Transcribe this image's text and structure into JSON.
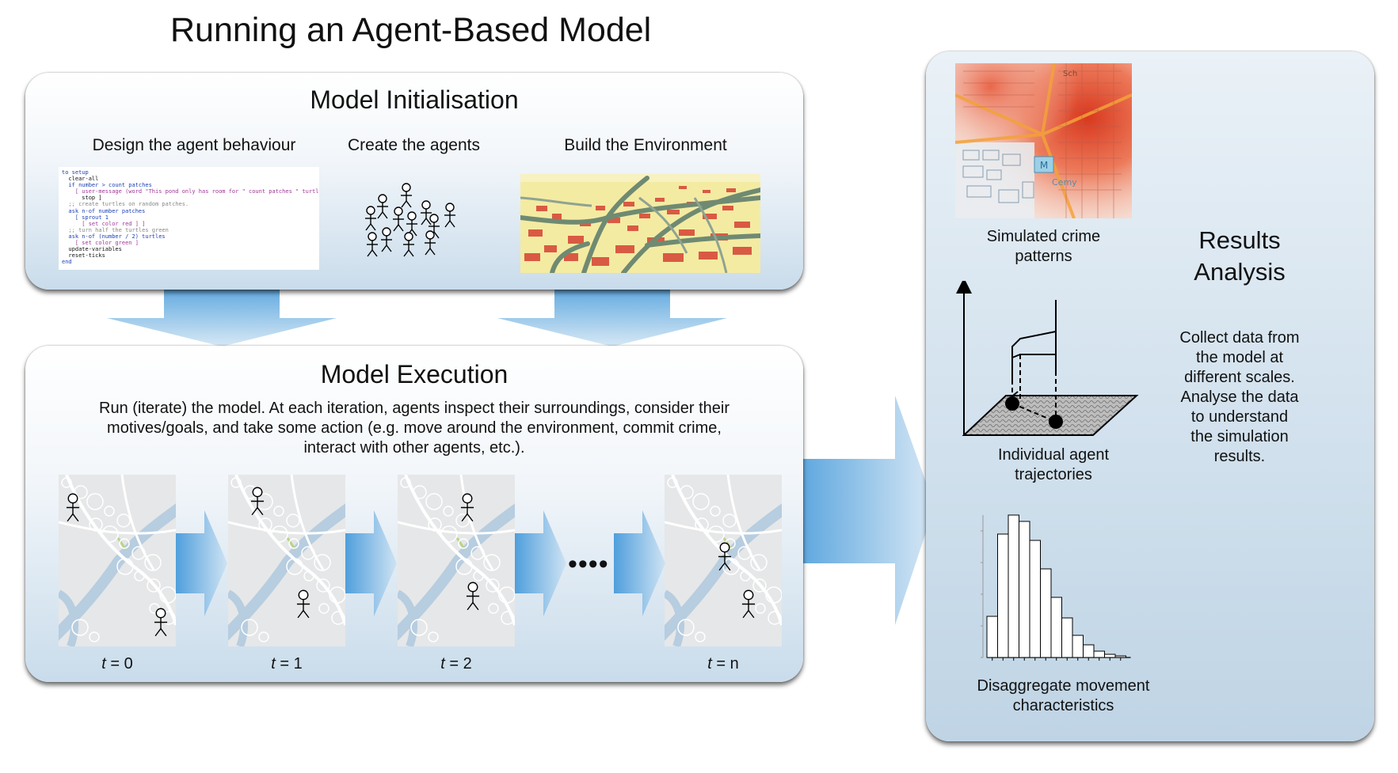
{
  "title": "Running an Agent-Based Model",
  "init": {
    "heading": "Model Initialisation",
    "sub_design": "Design the agent behaviour",
    "sub_agents": "Create the agents",
    "sub_env": "Build the Environment",
    "code_lines": [
      "to setup",
      "  clear-all",
      "  if number > count patches",
      "    [ user-message (word \"This pond only has room for \" count patches \" turtles.\")",
      "      stop ]",
      "",
      "  ;; create turtles on random patches.",
      "  ask n-of number patches",
      "    [ sprout 1",
      "      [ set color red ] ]",
      "  ;; turn half the turtles green",
      "  ask n-of (number / 2) turtles",
      "    [ set color green ]",
      "  update-variables",
      "  reset-ticks",
      "end"
    ]
  },
  "execution": {
    "heading": "Model Execution",
    "line1": "Run (iterate) the model. At each iteration, agents inspect their surroundings, consider their",
    "line2": "motives/goals, and take some action (e.g. move around the environment, commit crime,",
    "line3": "interact with other agents, etc.).",
    "dots": "••••",
    "steps": [
      {
        "t": "t",
        "eq": " = 0"
      },
      {
        "t": "t",
        "eq": " = 1"
      },
      {
        "t": "t",
        "eq": " = 2"
      },
      {
        "t": "t",
        "eq": " = n"
      }
    ]
  },
  "results": {
    "heading_line1": "Results",
    "heading_line2": "Analysis",
    "crime_line1": "Simulated crime",
    "crime_line2": "patterns",
    "traj_line1": "Individual agent",
    "traj_line2": "trajectories",
    "dist_line1": "Disaggregate movement",
    "dist_line2": "characteristics",
    "desc": [
      "Collect data from",
      "the model at",
      "different scales.",
      "Analyse the data",
      "to understand",
      "the simulation",
      "results."
    ],
    "histogram": [
      0.26,
      0.78,
      0.9,
      0.86,
      0.74,
      0.56,
      0.38,
      0.25,
      0.14,
      0.08,
      0.04,
      0.02,
      0.01
    ]
  },
  "colors": {
    "arrow_light": "#cfe3f3",
    "arrow_dark": "#5aa6de",
    "crime_red": "#e0472c",
    "road_green": "#6f8a72",
    "ground_yellow": "#f4eba2"
  }
}
